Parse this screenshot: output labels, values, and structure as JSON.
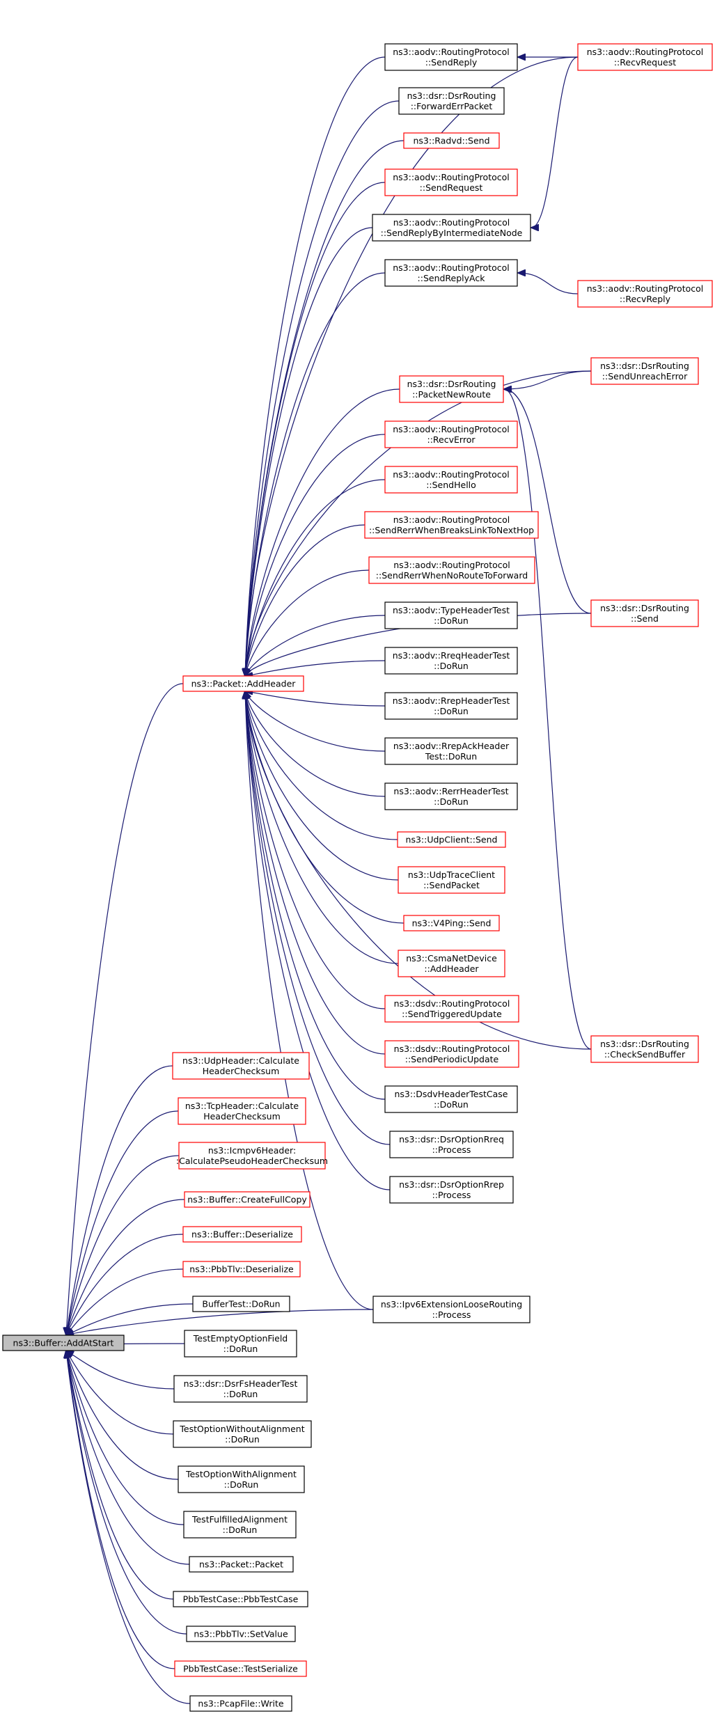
{
  "diagram": {
    "title": "",
    "colors": {
      "edge": "#191970",
      "doc_node_border": "#000000",
      "undoc_node_border": "#ff0000",
      "focus_fill": "#bfbfbf"
    },
    "nodes": [
      {
        "id": "root",
        "lines": [
          "ns3::Buffer::AddAtStart"
        ],
        "style": "gray"
      },
      {
        "id": "addheader",
        "lines": [
          "ns3::Packet::AddHeader"
        ],
        "style": "red"
      },
      {
        "id": "udpcsum",
        "lines": [
          "ns3::UdpHeader::Calculate",
          "HeaderChecksum"
        ],
        "style": "red"
      },
      {
        "id": "tcpcsum",
        "lines": [
          "ns3::TcpHeader::Calculate",
          "HeaderChecksum"
        ],
        "style": "red"
      },
      {
        "id": "icmpcsum",
        "lines": [
          "ns3::Icmpv6Header:",
          ":CalculatePseudoHeaderChecksum"
        ],
        "style": "red"
      },
      {
        "id": "fullcopy",
        "lines": [
          "ns3::Buffer::CreateFullCopy"
        ],
        "style": "red"
      },
      {
        "id": "bufdeser",
        "lines": [
          "ns3::Buffer::Deserialize"
        ],
        "style": "red"
      },
      {
        "id": "pbbdeser",
        "lines": [
          "ns3::PbbTlv::Deserialize"
        ],
        "style": "red"
      },
      {
        "id": "buftest",
        "lines": [
          "BufferTest::DoRun"
        ],
        "style": "black"
      },
      {
        "id": "emptyopt",
        "lines": [
          "TestEmptyOptionField",
          "::DoRun"
        ],
        "style": "black"
      },
      {
        "id": "fsheader",
        "lines": [
          "ns3::dsr::DsrFsHeaderTest",
          "::DoRun"
        ],
        "style": "black"
      },
      {
        "id": "optwithout",
        "lines": [
          "TestOptionWithoutAlignment",
          "::DoRun"
        ],
        "style": "black"
      },
      {
        "id": "optwith",
        "lines": [
          "TestOptionWithAlignment",
          "::DoRun"
        ],
        "style": "black"
      },
      {
        "id": "fulfilled",
        "lines": [
          "TestFulfilledAlignment",
          "::DoRun"
        ],
        "style": "black"
      },
      {
        "id": "packetctor",
        "lines": [
          "ns3::Packet::Packet"
        ],
        "style": "black"
      },
      {
        "id": "pbbtestcase",
        "lines": [
          "PbbTestCase::PbbTestCase"
        ],
        "style": "black"
      },
      {
        "id": "setvalue",
        "lines": [
          "ns3::PbbTlv::SetValue"
        ],
        "style": "black"
      },
      {
        "id": "testserialize",
        "lines": [
          "PbbTestCase::TestSerialize"
        ],
        "style": "red"
      },
      {
        "id": "pcapwrite",
        "lines": [
          "ns3::PcapFile::Write"
        ],
        "style": "black"
      },
      {
        "id": "sendreply",
        "lines": [
          "ns3::aodv::RoutingProtocol",
          "::SendReply"
        ],
        "style": "black"
      },
      {
        "id": "fwderr",
        "lines": [
          "ns3::dsr::DsrRouting",
          "::ForwardErrPacket"
        ],
        "style": "black"
      },
      {
        "id": "radvd",
        "lines": [
          "ns3::Radvd::Send"
        ],
        "style": "red"
      },
      {
        "id": "sendrequest",
        "lines": [
          "ns3::aodv::RoutingProtocol",
          "::SendRequest"
        ],
        "style": "red"
      },
      {
        "id": "sendreplyint",
        "lines": [
          "ns3::aodv::RoutingProtocol",
          "::SendReplyByIntermediateNode"
        ],
        "style": "black"
      },
      {
        "id": "sendreplyack",
        "lines": [
          "ns3::aodv::RoutingProtocol",
          "::SendReplyAck"
        ],
        "style": "black"
      },
      {
        "id": "packetnewroute",
        "lines": [
          "ns3::dsr::DsrRouting",
          "::PacketNewRoute"
        ],
        "style": "red"
      },
      {
        "id": "recverror",
        "lines": [
          "ns3::aodv::RoutingProtocol",
          "::RecvError"
        ],
        "style": "red"
      },
      {
        "id": "sendhello",
        "lines": [
          "ns3::aodv::RoutingProtocol",
          "::SendHello"
        ],
        "style": "red"
      },
      {
        "id": "rerrbreaks",
        "lines": [
          "ns3::aodv::RoutingProtocol",
          "::SendRerrWhenBreaksLinkToNextHop"
        ],
        "style": "red"
      },
      {
        "id": "rerrnoroute",
        "lines": [
          "ns3::aodv::RoutingProtocol",
          "::SendRerrWhenNoRouteToForward"
        ],
        "style": "red"
      },
      {
        "id": "typehdr",
        "lines": [
          "ns3::aodv::TypeHeaderTest",
          "::DoRun"
        ],
        "style": "black"
      },
      {
        "id": "rreqhdr",
        "lines": [
          "ns3::aodv::RreqHeaderTest",
          "::DoRun"
        ],
        "style": "black"
      },
      {
        "id": "rrephdr",
        "lines": [
          "ns3::aodv::RrepHeaderTest",
          "::DoRun"
        ],
        "style": "black"
      },
      {
        "id": "rrepackhdr",
        "lines": [
          "ns3::aodv::RrepAckHeader",
          "Test::DoRun"
        ],
        "style": "black"
      },
      {
        "id": "rerrhdr",
        "lines": [
          "ns3::aodv::RerrHeaderTest",
          "::DoRun"
        ],
        "style": "black"
      },
      {
        "id": "udpclient",
        "lines": [
          "ns3::UdpClient::Send"
        ],
        "style": "red"
      },
      {
        "id": "udptrace",
        "lines": [
          "ns3::UdpTraceClient",
          "::SendPacket"
        ],
        "style": "red"
      },
      {
        "id": "v4ping",
        "lines": [
          "ns3::V4Ping::Send"
        ],
        "style": "red"
      },
      {
        "id": "csma",
        "lines": [
          "ns3::CsmaNetDevice",
          "::AddHeader"
        ],
        "style": "red"
      },
      {
        "id": "dsdvtrig",
        "lines": [
          "ns3::dsdv::RoutingProtocol",
          "::SendTriggeredUpdate"
        ],
        "style": "red"
      },
      {
        "id": "dsdvper",
        "lines": [
          "ns3::dsdv::RoutingProtocol",
          "::SendPeriodicUpdate"
        ],
        "style": "red"
      },
      {
        "id": "dsdvhdr",
        "lines": [
          "ns3::DsdvHeaderTestCase",
          "::DoRun"
        ],
        "style": "black"
      },
      {
        "id": "optrreq",
        "lines": [
          "ns3::dsr::DsrOptionRreq",
          "::Process"
        ],
        "style": "black"
      },
      {
        "id": "optrrep",
        "lines": [
          "ns3::dsr::DsrOptionRrep",
          "::Process"
        ],
        "style": "black"
      },
      {
        "id": "ipv6loose",
        "lines": [
          "ns3::Ipv6ExtensionLooseRouting",
          "::Process"
        ],
        "style": "black"
      },
      {
        "id": "recvrequest",
        "lines": [
          "ns3::aodv::RoutingProtocol",
          "::RecvRequest"
        ],
        "style": "red"
      },
      {
        "id": "recvreply",
        "lines": [
          "ns3::aodv::RoutingProtocol",
          "::RecvReply"
        ],
        "style": "red"
      },
      {
        "id": "sendunreach",
        "lines": [
          "ns3::dsr::DsrRouting",
          "::SendUnreachError"
        ],
        "style": "red"
      },
      {
        "id": "dsrsend",
        "lines": [
          "ns3::dsr::DsrRouting",
          "::Send"
        ],
        "style": "red"
      },
      {
        "id": "checksend",
        "lines": [
          "ns3::dsr::DsrRouting",
          "::CheckSendBuffer"
        ],
        "style": "red"
      }
    ],
    "edges": [
      [
        "addheader",
        "root"
      ],
      [
        "udpcsum",
        "root"
      ],
      [
        "tcpcsum",
        "root"
      ],
      [
        "icmpcsum",
        "root"
      ],
      [
        "fullcopy",
        "root"
      ],
      [
        "bufdeser",
        "root"
      ],
      [
        "pbbdeser",
        "root"
      ],
      [
        "buftest",
        "root"
      ],
      [
        "emptyopt",
        "root"
      ],
      [
        "fsheader",
        "root"
      ],
      [
        "optwithout",
        "root"
      ],
      [
        "optwith",
        "root"
      ],
      [
        "fulfilled",
        "root"
      ],
      [
        "packetctor",
        "root"
      ],
      [
        "pbbtestcase",
        "root"
      ],
      [
        "setvalue",
        "root"
      ],
      [
        "testserialize",
        "root"
      ],
      [
        "pcapwrite",
        "root"
      ],
      [
        "ipv6loose",
        "root"
      ],
      [
        "sendreply",
        "addheader"
      ],
      [
        "fwderr",
        "addheader"
      ],
      [
        "radvd",
        "addheader"
      ],
      [
        "sendrequest",
        "addheader"
      ],
      [
        "sendreplyint",
        "addheader"
      ],
      [
        "sendreplyack",
        "addheader"
      ],
      [
        "packetnewroute",
        "addheader"
      ],
      [
        "recverror",
        "addheader"
      ],
      [
        "sendhello",
        "addheader"
      ],
      [
        "rerrbreaks",
        "addheader"
      ],
      [
        "rerrnoroute",
        "addheader"
      ],
      [
        "typehdr",
        "addheader"
      ],
      [
        "rreqhdr",
        "addheader"
      ],
      [
        "rrephdr",
        "addheader"
      ],
      [
        "rrepackhdr",
        "addheader"
      ],
      [
        "rerrhdr",
        "addheader"
      ],
      [
        "udpclient",
        "addheader"
      ],
      [
        "udptrace",
        "addheader"
      ],
      [
        "v4ping",
        "addheader"
      ],
      [
        "csma",
        "addheader"
      ],
      [
        "dsdvtrig",
        "addheader"
      ],
      [
        "dsdvper",
        "addheader"
      ],
      [
        "dsdvhdr",
        "addheader"
      ],
      [
        "optrreq",
        "addheader"
      ],
      [
        "optrrep",
        "addheader"
      ],
      [
        "ipv6loose",
        "addheader"
      ],
      [
        "recvrequest",
        "addheader"
      ],
      [
        "sendunreach",
        "addheader"
      ],
      [
        "dsrsend",
        "addheader"
      ],
      [
        "checksend",
        "addheader"
      ],
      [
        "recvrequest",
        "sendreply"
      ],
      [
        "recvrequest",
        "sendreplyint"
      ],
      [
        "recvreply",
        "sendreplyack"
      ],
      [
        "sendunreach",
        "packetnewroute"
      ],
      [
        "dsrsend",
        "packetnewroute"
      ],
      [
        "checksend",
        "packetnewroute"
      ]
    ]
  }
}
